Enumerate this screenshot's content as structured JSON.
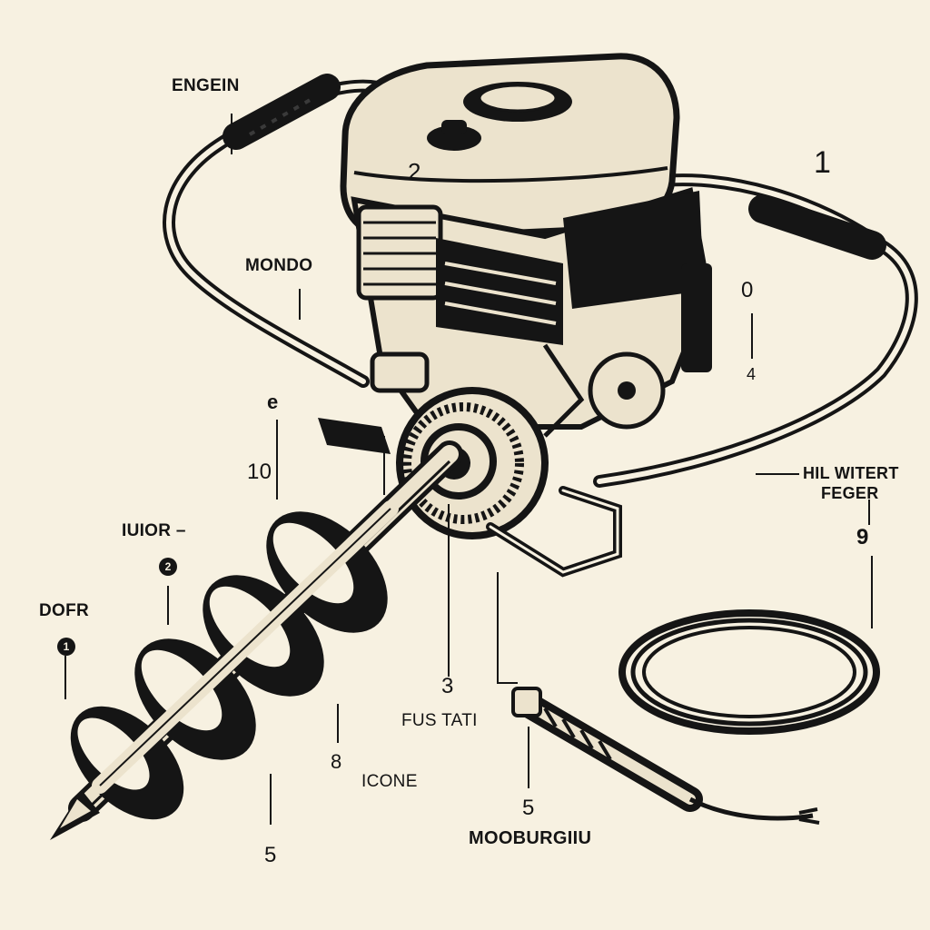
{
  "colors": {
    "background": "#f7f1e1",
    "ink": "#151515",
    "engine_body": "#ece3cd"
  },
  "labels": {
    "engein": "ENGEIN",
    "mondo": "MONDO",
    "one_top": "1",
    "zero": "0",
    "four_small": "4",
    "ten": "10",
    "e_small": "e",
    "two_cap": "2",
    "iuior": "IUIOR –",
    "badge_two": "2",
    "dofr": "DOFR",
    "badge_one": "1",
    "hil_line1": "HIL WITERT",
    "hil_line2": "FEGER",
    "nine": "9",
    "three": "3",
    "fus_tati": "FUS TATI",
    "eight": "8",
    "icone": "ICONE",
    "five_mid": "5",
    "mooburgiu": "MOOBURGIIU",
    "five_bottom": "5"
  }
}
